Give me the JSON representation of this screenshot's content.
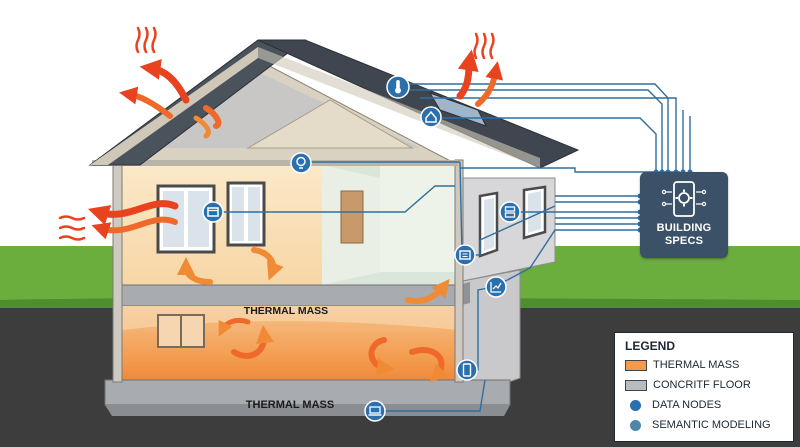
{
  "labels": {
    "thermal_mass_upper": "THERMAL MASS",
    "thermal_mass_lower": "THERMAL MASS"
  },
  "specs": {
    "title_line1": "BUILDING",
    "title_line2": "SPECS",
    "icon": "gear-in-device-icon"
  },
  "legend": {
    "title": "LEGEND",
    "items": [
      {
        "label": "THERMAL MASS",
        "kind": "swatch",
        "color": "#f39a4c"
      },
      {
        "label": "CONCRITF FLOOR",
        "kind": "swatch",
        "color": "#b9bcbf"
      },
      {
        "label": "DATA NODES",
        "kind": "dot",
        "color": "#2a6fae"
      },
      {
        "label": "SEMANTIC MODELING",
        "kind": "dot",
        "color": "#4f86a8"
      }
    ]
  },
  "sensor_icons": [
    "thermometer-icon",
    "home-icon",
    "lightbulb-icon",
    "window-sensor-icon",
    "server-icon",
    "thermostat-panel-icon",
    "chart-icon",
    "tablet-icon",
    "laptop-icon"
  ],
  "colors": {
    "sky": "#ffffff",
    "grass": "#6cae3e",
    "ground": "#3d3d3d",
    "roof": "#3f4650",
    "wall": "#e7e3dc",
    "heat": "#ef6a2a",
    "data_line": "#2f6f9f",
    "specs_box": "#3b5168"
  }
}
